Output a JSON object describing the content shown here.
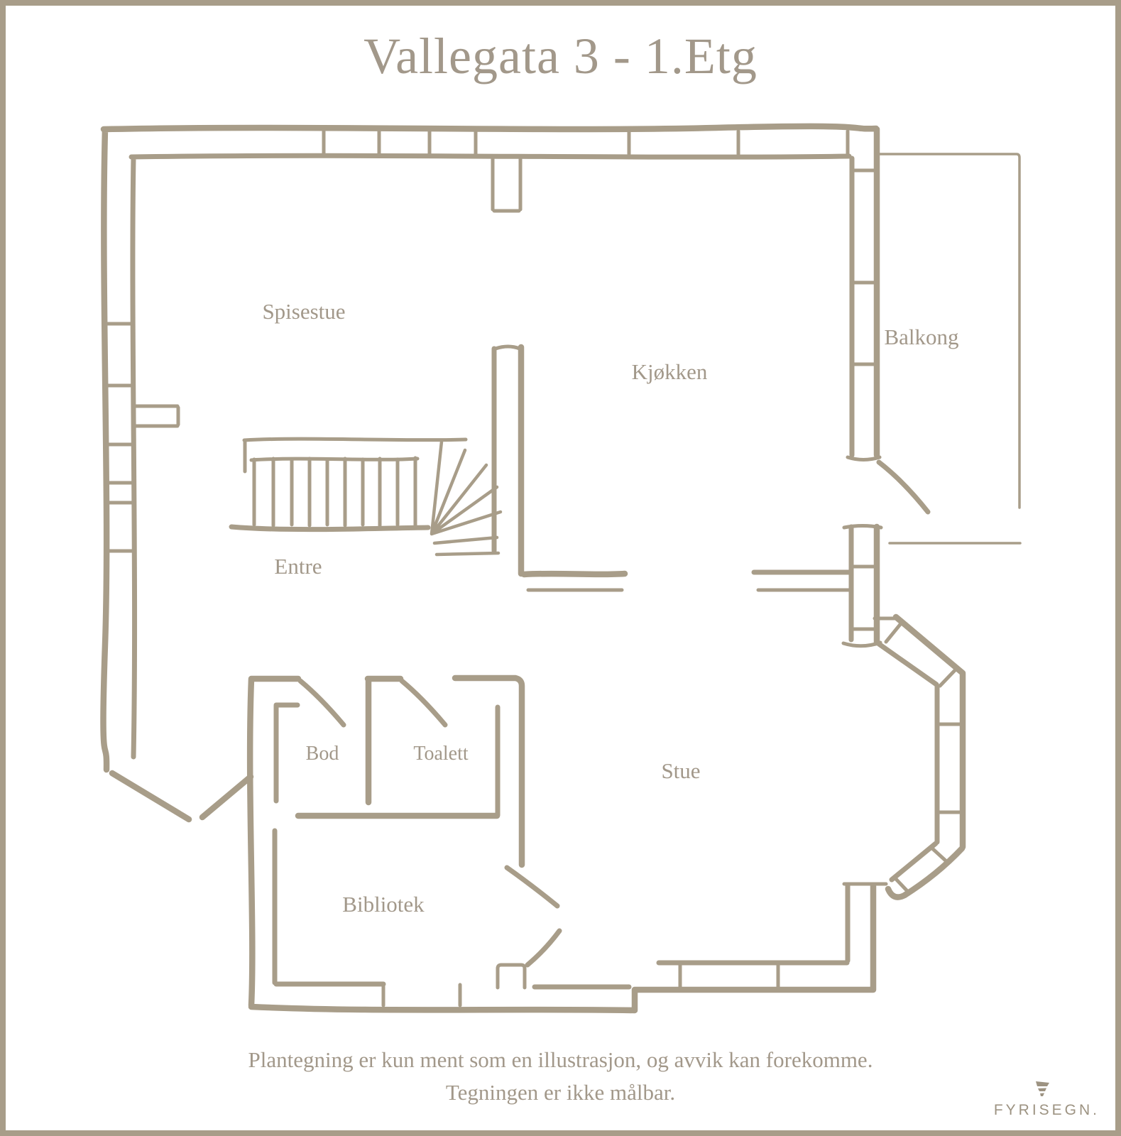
{
  "title": "Vallegata 3 - 1.Etg",
  "rooms": [
    {
      "name": "Spisestue"
    },
    {
      "name": "Kjøkken"
    },
    {
      "name": "Balkong"
    },
    {
      "name": "Entre"
    },
    {
      "name": "Bod"
    },
    {
      "name": "Toalett"
    },
    {
      "name": "Stue"
    },
    {
      "name": "Bibliotek"
    }
  ],
  "disclaimer": {
    "line1": "Plantegning er kun ment som en illustrasjon, og avvik kan forekomme.",
    "line2": "Tegningen er ikke målbar."
  },
  "brand": {
    "name": "FYRISEGN.",
    "icon": "pennant-icon"
  },
  "colors": {
    "wall": "#a89d89",
    "label_text": "#a2988a",
    "frame": "#a89d89",
    "background": "#ffffff"
  }
}
